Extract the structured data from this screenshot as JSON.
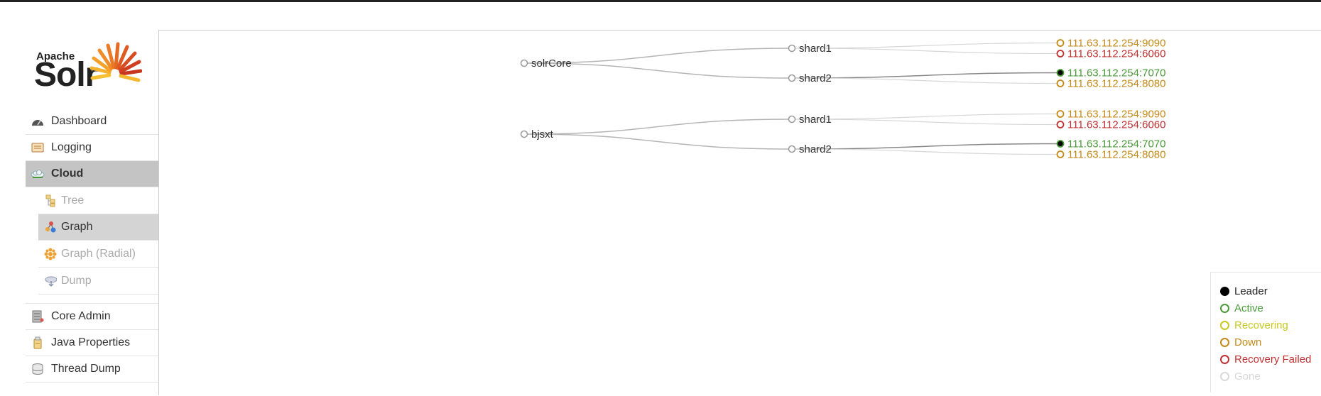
{
  "logo": {
    "apache": "Apache",
    "solr": "Solr"
  },
  "sidebar": {
    "items": [
      {
        "label": "Dashboard",
        "icon": "dashboard-icon"
      },
      {
        "label": "Logging",
        "icon": "logging-icon"
      },
      {
        "label": "Cloud",
        "icon": "cloud-icon"
      },
      {
        "label": "Tree",
        "icon": "tree-icon"
      },
      {
        "label": "Graph",
        "icon": "graph-icon"
      },
      {
        "label": "Graph (Radial)",
        "icon": "radial-graph-icon"
      },
      {
        "label": "Dump",
        "icon": "dump-icon"
      },
      {
        "label": "Core Admin",
        "icon": "core-admin-icon"
      },
      {
        "label": "Java Properties",
        "icon": "java-properties-icon"
      },
      {
        "label": "Thread Dump",
        "icon": "thread-dump-icon"
      }
    ]
  },
  "graph": {
    "collections": [
      {
        "name": "solrCore",
        "shards": [
          {
            "name": "shard1",
            "replicas": [
              {
                "addr": "111.63.112.254:9090",
                "state": "down",
                "leader": false
              },
              {
                "addr": "111.63.112.254:6060",
                "state": "recovery_failed",
                "leader": false
              }
            ]
          },
          {
            "name": "shard2",
            "replicas": [
              {
                "addr": "111.63.112.254:7070",
                "state": "active",
                "leader": true
              },
              {
                "addr": "111.63.112.254:8080",
                "state": "down",
                "leader": false
              }
            ]
          }
        ]
      },
      {
        "name": "bjsxt",
        "shards": [
          {
            "name": "shard1",
            "replicas": [
              {
                "addr": "111.63.112.254:9090",
                "state": "down",
                "leader": false
              },
              {
                "addr": "111.63.112.254:6060",
                "state": "recovery_failed",
                "leader": false
              }
            ]
          },
          {
            "name": "shard2",
            "replicas": [
              {
                "addr": "111.63.112.254:7070",
                "state": "active",
                "leader": true
              },
              {
                "addr": "111.63.112.254:8080",
                "state": "down",
                "leader": false
              }
            ]
          }
        ]
      }
    ]
  },
  "legend": {
    "items": [
      {
        "label": "Leader",
        "key": "leader"
      },
      {
        "label": "Active",
        "key": "active"
      },
      {
        "label": "Recovering",
        "key": "recovering"
      },
      {
        "label": "Down",
        "key": "down"
      },
      {
        "label": "Recovery Failed",
        "key": "recovery_failed"
      },
      {
        "label": "Gone",
        "key": "gone"
      }
    ]
  },
  "colors": {
    "leader": "#000000",
    "active": "#4a9a3a",
    "recovering": "#c8c820",
    "down": "#c48a18",
    "recovery_failed": "#c03030",
    "gone": "#d8d8d8",
    "node": "#999999",
    "link": "#b5b5b5",
    "text": "#333333"
  }
}
